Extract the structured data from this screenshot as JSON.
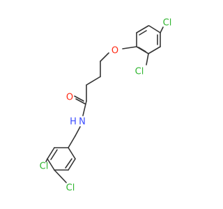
{
  "molecule": {
    "atoms": [
      {
        "id": "Cl1",
        "label": "Cl",
        "color": "#2fb52f"
      },
      {
        "id": "Cl2",
        "label": "Cl",
        "color": "#2fb52f"
      },
      {
        "id": "O1",
        "label": "O",
        "color": "#ff2a14"
      },
      {
        "id": "O2",
        "label": "O",
        "color": "#ff2a14"
      },
      {
        "id": "N1",
        "label": "N",
        "color": "#3a4bff"
      },
      {
        "id": "H1",
        "label": "H",
        "color": "#3a4bff"
      },
      {
        "id": "Cl3",
        "label": "Cl",
        "color": "#2fb52f"
      },
      {
        "id": "Cl4",
        "label": "Cl",
        "color": "#2fb52f"
      }
    ],
    "bond_color": "#333333"
  }
}
